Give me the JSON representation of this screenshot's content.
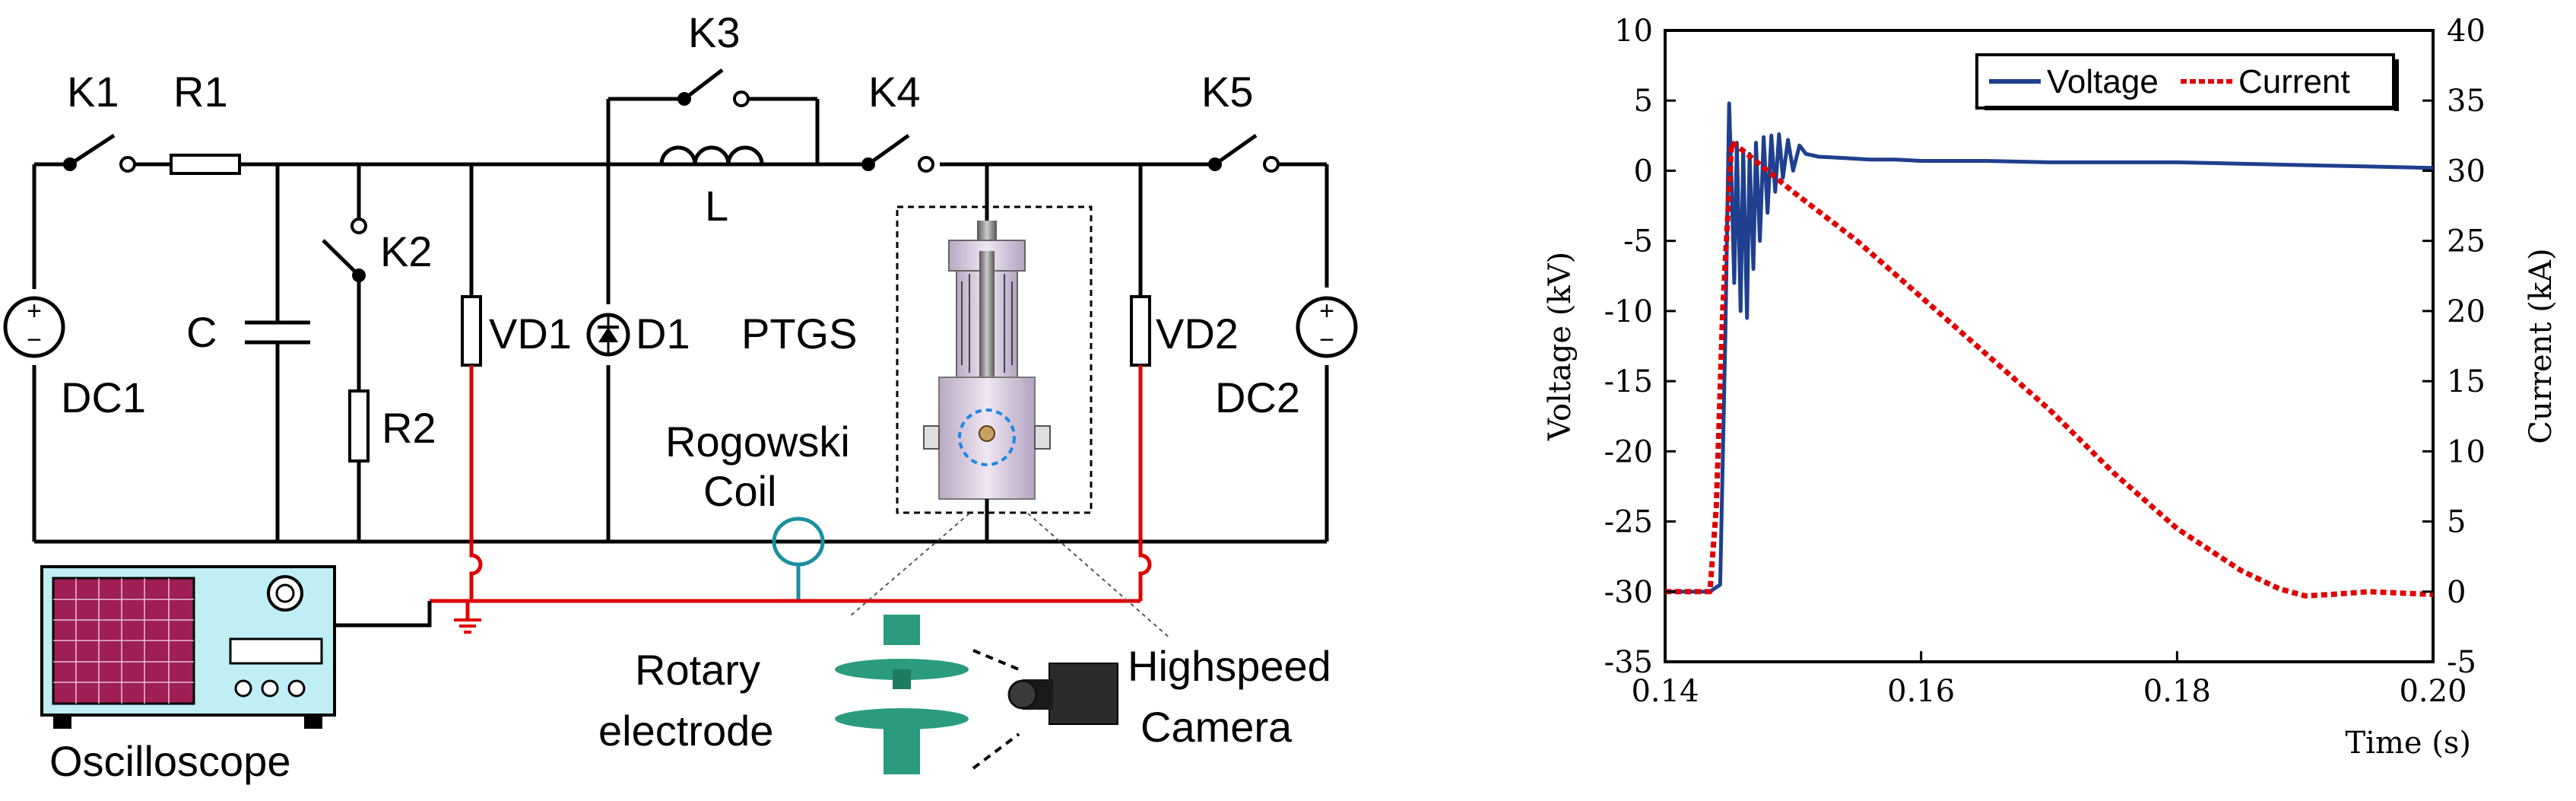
{
  "circuit": {
    "labels": {
      "k1": "K1",
      "r1": "R1",
      "k3": "K3",
      "k4": "K4",
      "k5": "K5",
      "k2": "K2",
      "c": "C",
      "dc1": "DC1",
      "r2": "R2",
      "vd1": "VD1",
      "d1": "D1",
      "ptgs": "PTGS",
      "l": "L",
      "vd2": "VD2",
      "dc2": "DC2",
      "rogowski1": "Rogowski",
      "rogowski2": "Coil",
      "oscilloscope": "Oscilloscope",
      "rotary1": "Rotary",
      "rotary2": "electrode",
      "camera1": "Highspeed",
      "camera2": "Camera"
    },
    "colors": {
      "signal": "#e00000",
      "coil": "#1a8fa0",
      "scope": "#bfeef5",
      "screen": "#9e1e55",
      "electrode": "#2a9b7e"
    }
  },
  "chart_data": {
    "type": "line",
    "xlabel": "Time (s)",
    "ylabel": "Voltage (kV)",
    "y2label": "Current (kA)",
    "xlim": [
      0.14,
      0.2
    ],
    "ylim": [
      -35,
      10
    ],
    "y2lim": [
      -5,
      40
    ],
    "xticks": [
      0.14,
      0.16,
      0.18,
      0.2
    ],
    "xtick_labels": [
      "0.14",
      "0.16",
      "0.18",
      "0.20"
    ],
    "yticks": [
      10,
      5,
      0,
      -5,
      -10,
      -15,
      -20,
      -25,
      -30,
      -35
    ],
    "y2ticks": [
      40,
      35,
      30,
      25,
      20,
      15,
      10,
      5,
      0,
      -5
    ],
    "legend": {
      "position": "top-right",
      "entries": [
        "Voltage",
        "Current"
      ]
    },
    "series": [
      {
        "name": "Voltage",
        "axis": "left",
        "color": "#1f3f8f",
        "style": "solid",
        "x": [
          0.14,
          0.1435,
          0.1443,
          0.1447,
          0.145,
          0.1452,
          0.1454,
          0.1456,
          0.1459,
          0.1461,
          0.1464,
          0.1466,
          0.1469,
          0.1471,
          0.1474,
          0.1477,
          0.148,
          0.1483,
          0.1486,
          0.1489,
          0.1492,
          0.1496,
          0.15,
          0.1505,
          0.151,
          0.152,
          0.154,
          0.156,
          0.158,
          0.16,
          0.165,
          0.17,
          0.175,
          0.18,
          0.185,
          0.19,
          0.195,
          0.2
        ],
        "y": [
          -30,
          -30,
          -29.5,
          -12,
          4.8,
          -1,
          -8,
          2,
          -10,
          1.5,
          -10.5,
          1.2,
          -7,
          2,
          -5,
          2.4,
          -3,
          2.5,
          -1.5,
          2.6,
          -0.5,
          2.2,
          0,
          1.8,
          1.2,
          1.0,
          0.9,
          0.8,
          0.8,
          0.7,
          0.7,
          0.6,
          0.6,
          0.6,
          0.5,
          0.4,
          0.3,
          0.2
        ]
      },
      {
        "name": "Current",
        "axis": "right",
        "color": "#e00000",
        "style": "dotted",
        "x": [
          0.14,
          0.1435,
          0.144,
          0.1445,
          0.1452,
          0.146,
          0.15,
          0.155,
          0.16,
          0.165,
          0.17,
          0.175,
          0.18,
          0.185,
          0.188,
          0.19,
          0.192,
          0.195,
          0.2
        ],
        "y": [
          0,
          0,
          6,
          20,
          32,
          31.5,
          28.5,
          25,
          21,
          17,
          13,
          8.5,
          4.5,
          1.5,
          0.2,
          -0.3,
          -0.2,
          0,
          -0.2
        ]
      }
    ]
  }
}
